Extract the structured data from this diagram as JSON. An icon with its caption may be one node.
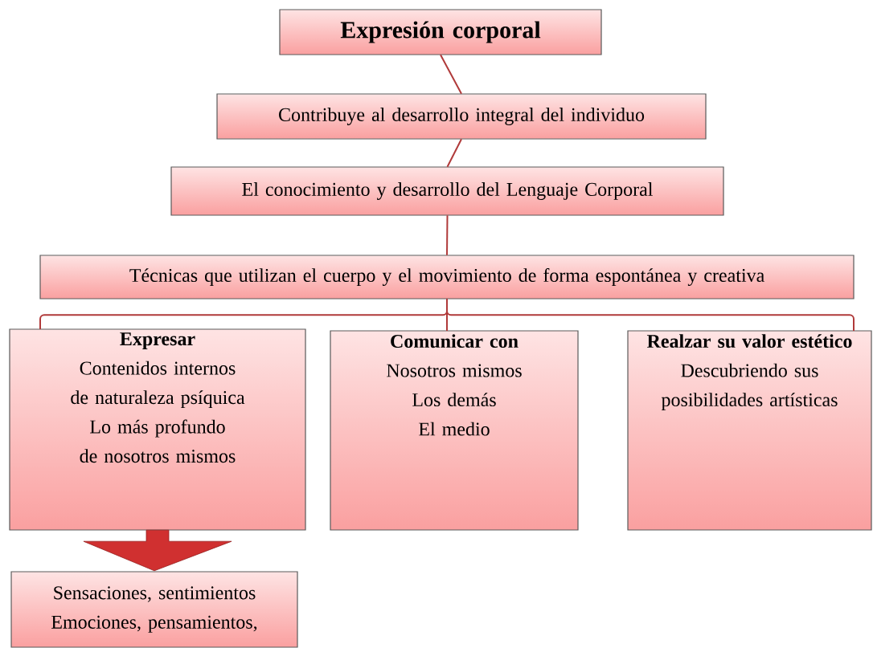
{
  "diagram": {
    "nodes": [
      {
        "text": [
          "Expresión corporal"
        ]
      },
      {
        "text": [
          "Contribuye al desarrollo integral del individuo"
        ]
      },
      {
        "text": [
          "El conocimiento y desarrollo del Lenguaje Corporal"
        ]
      },
      {
        "text": [
          "Técnicas que utilizan el cuerpo y el movimiento de forma espontánea y creativa"
        ]
      },
      {
        "text": [
          "Expresar",
          "Contenidos internos de naturaleza psíquica",
          "Lo más profundo de nosotros mismos"
        ]
      },
      {
        "text": [
          "Comunicar con",
          "Nosotros mismos",
          "Los demás",
          "El medio"
        ]
      },
      {
        "text": [
          "Realzar su valor estético",
          "Descubriendo sus posibilidades artísticas"
        ]
      },
      {
        "text": [
          "Sensaciones, sentimientos",
          "Emociones, pensamientos,"
        ]
      }
    ],
    "edges": [
      {
        "from": 0,
        "to": 1,
        "arrow": "none",
        "color": "#b03a3a"
      },
      {
        "from": 1,
        "to": 2,
        "arrow": "none",
        "color": "#b03a3a"
      },
      {
        "from": 2,
        "to": 3,
        "arrow": "none",
        "color": "#b03a3a"
      },
      {
        "from": 3,
        "to": 4,
        "arrow": "none",
        "color": "#b03a3a"
      },
      {
        "from": 3,
        "to": 5,
        "arrow": "none",
        "color": "#b03a3a"
      },
      {
        "from": 3,
        "to": 6,
        "arrow": "none",
        "color": "#b03a3a"
      },
      {
        "from": 4,
        "to": 7,
        "arrow": "to",
        "style": "thick",
        "color": "#d03030"
      }
    ]
  }
}
